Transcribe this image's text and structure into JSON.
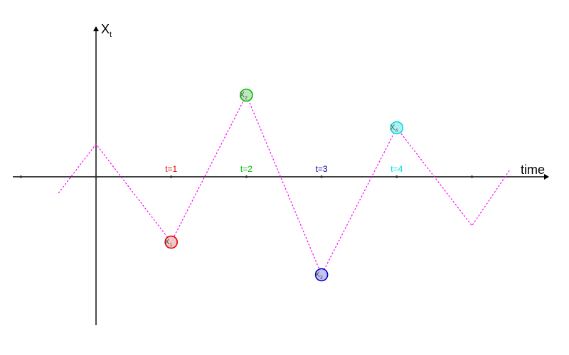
{
  "axes": {
    "y_label": "X",
    "y_label_sub": "t",
    "x_label": "time"
  },
  "time_labels": [
    {
      "text": "t=1",
      "t": 1,
      "color": "#dd0000"
    },
    {
      "text": "t=2",
      "t": 2,
      "color": "#00bb00"
    },
    {
      "text": "t=3",
      "t": 3,
      "color": "#000099"
    },
    {
      "text": "t=4",
      "t": 4,
      "color": "#00dddd"
    }
  ],
  "chart_data": {
    "type": "line",
    "x": [
      -0.5,
      0,
      1,
      2,
      3,
      4,
      5,
      5.5
    ],
    "values": [
      -0.5,
      1,
      -2,
      2.5,
      -3,
      1.5,
      -1.5,
      0.2
    ],
    "ticks": [
      -1,
      0,
      1,
      2,
      3,
      4,
      5
    ],
    "xlim": [
      -1.1,
      6
    ],
    "ylim": [
      -4.5,
      4.5
    ],
    "line_color": "#ff00ff",
    "line_style": "dotted",
    "points": [
      {
        "label": "X",
        "sub": "1",
        "t": 1,
        "value": -2,
        "color": "#dd0000",
        "fill": "#f4c6c6"
      },
      {
        "label": "X",
        "sub": "2",
        "t": 2,
        "value": 2.5,
        "color": "#00bb00",
        "fill": "#bfe6bf"
      },
      {
        "label": "X",
        "sub": "3",
        "t": 3,
        "value": -3,
        "color": "#0000cc",
        "fill": "#c4c4f2"
      },
      {
        "label": "X",
        "sub": "4",
        "t": 4,
        "value": 1.5,
        "color": "#00dddd",
        "fill": "#b0f0f0"
      }
    ]
  }
}
